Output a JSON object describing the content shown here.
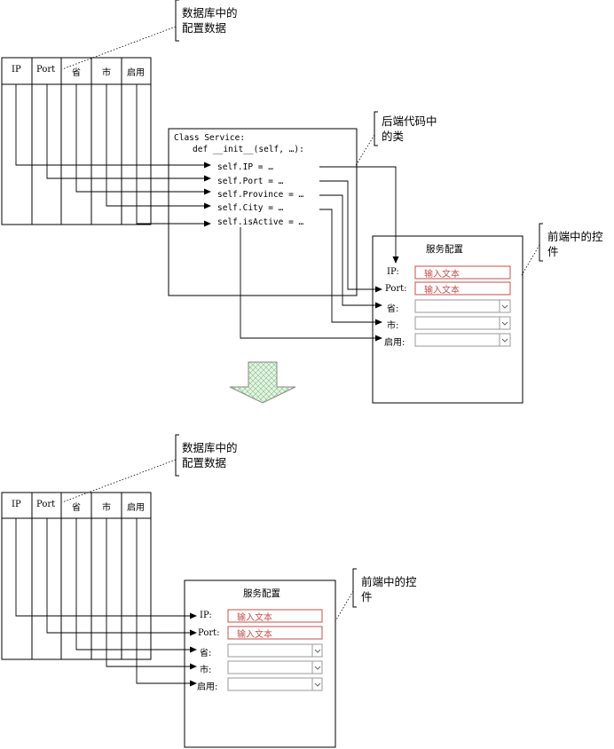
{
  "top": {
    "db_callout": [
      "数据库中的",
      "配置数据"
    ],
    "class_callout": [
      "后端代码中",
      "的类"
    ],
    "ui_callout": [
      "前端中的控",
      "件"
    ],
    "db_columns": [
      "IP",
      "Port",
      "省",
      "市",
      "启用"
    ],
    "code": {
      "line1": "Class Service:",
      "line2": "def __init__(self, …):",
      "assignments": [
        "self.IP = …",
        "self.Port = …",
        "self.Province = …",
        "self.City = …",
        "self.isActive = …"
      ]
    },
    "form": {
      "title": "服务配置",
      "fields": [
        {
          "label": "IP:",
          "type": "text",
          "value": "输入文本"
        },
        {
          "label": "Port:",
          "type": "text",
          "value": "输入文本"
        },
        {
          "label": "省:",
          "type": "select",
          "value": ""
        },
        {
          "label": "市:",
          "type": "select",
          "value": ""
        },
        {
          "label": "启用:",
          "type": "select",
          "value": ""
        }
      ]
    }
  },
  "bottom": {
    "db_callout": [
      "数据库中的",
      "配置数据"
    ],
    "ui_callout": [
      "前端中的控",
      "件"
    ],
    "db_columns": [
      "IP",
      "Port",
      "省",
      "市",
      "启用"
    ],
    "form": {
      "title": "服务配置",
      "fields": [
        {
          "label": "IP:",
          "type": "text",
          "value": "输入文本"
        },
        {
          "label": "Port:",
          "type": "text",
          "value": "输入文本"
        },
        {
          "label": "省:",
          "type": "select",
          "value": ""
        },
        {
          "label": "市:",
          "type": "select",
          "value": ""
        },
        {
          "label": "启用:",
          "type": "select",
          "value": ""
        }
      ]
    }
  },
  "colors": {
    "input_text": "#c0504d",
    "input_border": "#c0504d",
    "arrow_fill": "#c8e6c8"
  }
}
